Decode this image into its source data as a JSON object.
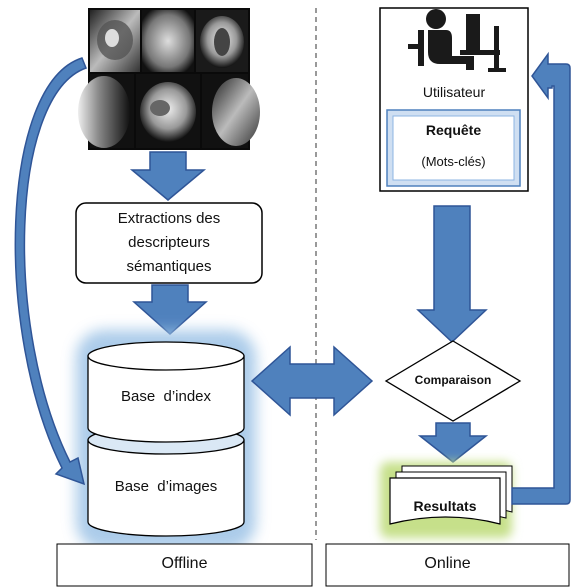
{
  "offline": {
    "extraction_label_line1": "Extractions des",
    "extraction_label_line2": "descripteurs",
    "extraction_label_line3": "sémantiques",
    "db_index_label": "Base  d’index",
    "db_images_label": "Base  d’images",
    "section_label": "Offline"
  },
  "online": {
    "user_label": "Utilisateur",
    "query_title": "Requête",
    "query_sub": "(Mots-clés)",
    "compare_label": "Comparaison",
    "results_label": "Resultats",
    "section_label": "Online"
  },
  "colors": {
    "arrow_fill": "#4f81bd",
    "arrow_stroke": "#2f5597",
    "glow_blue": "#9dc3e6",
    "glow_green": "#c6e08a",
    "frame": "#000000"
  },
  "icons": {
    "user": "person-at-computer-icon",
    "images": "medical-images-collage"
  }
}
